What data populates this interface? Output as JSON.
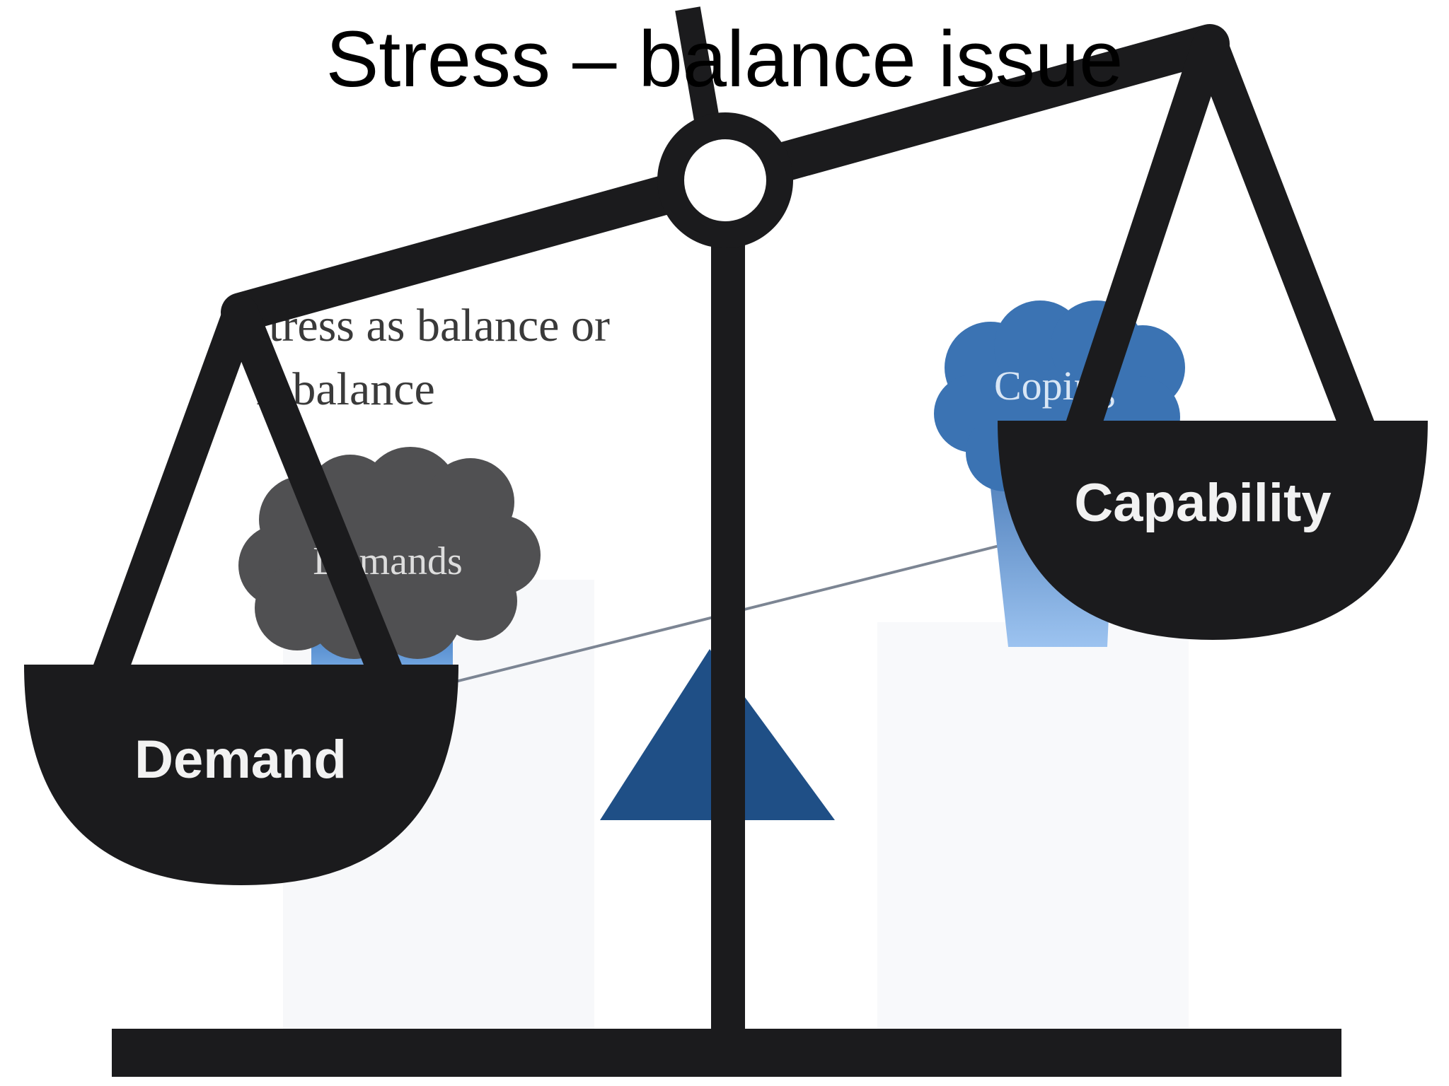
{
  "slide": {
    "title": "Stress – balance issue"
  },
  "background_figure": {
    "caption_line1": "tress as balance or",
    "caption_line2": "mbalance",
    "left_cloud_label": "Demands",
    "right_cloud_label": "Coping"
  },
  "scale": {
    "left_pan_label": "Demand",
    "right_pan_label": "Capability"
  },
  "colors": {
    "scale": "#1b1b1d",
    "cloud_dark": "#505052",
    "cloud_blue": "#3b73b3",
    "fulcrum": "#1f4f86",
    "pan_text": "#f2f2f2"
  }
}
